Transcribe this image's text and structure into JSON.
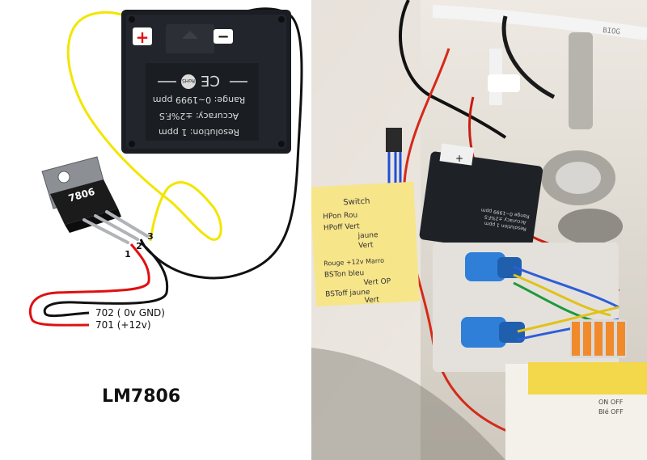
{
  "diagram": {
    "regulator": {
      "marking": "7806",
      "pins": [
        "1",
        "2",
        "3"
      ],
      "caption": "LM7806"
    },
    "meter": {
      "plus": "+",
      "minus": "−",
      "rohs": "RoHS",
      "ce": "CE",
      "lines": [
        "Range:  0~1999 ppm",
        "Accuracy:  ±2%F.S",
        "Resolution:  1 ppm"
      ]
    },
    "wires": {
      "gnd_label": "702 ( 0v GND)",
      "v12_label": "701 (+12v)"
    }
  },
  "photo": {
    "note": {
      "lines": [
        "Switch",
        "HPon  Rou",
        "HPoff  Vert",
        "jaune",
        "Vert",
        "Rouge +12v Marro",
        "BSTon  bleu",
        "Vert OP",
        "BSToff  jaune",
        "Vert"
      ]
    },
    "meter_plus": "+",
    "meter_lines": [
      "Range 0~1999 ppm",
      "Accuracy ±2%F.S",
      "Resolution 1 ppm"
    ],
    "tube_text": "BIOG",
    "bottom_note": [
      "ON   OFF",
      "Blé   OFF"
    ]
  },
  "colors": {
    "wire_yellow": "#f2e600",
    "wire_black": "#111111",
    "wire_red": "#e01010",
    "meter_body": "#1a1d22",
    "sticky_note": "#f7e58a"
  }
}
